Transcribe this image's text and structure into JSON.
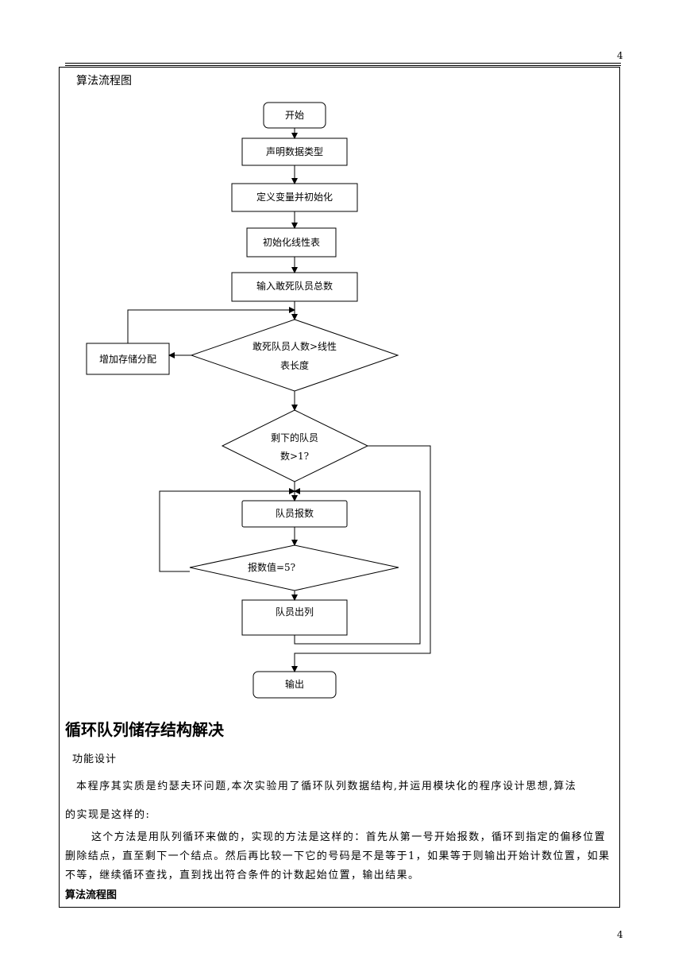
{
  "header": {
    "page_number_top": "4"
  },
  "footer": {
    "page_number_bottom": "4"
  },
  "section_label": "算法流程图",
  "flowchart": {
    "start": "开始",
    "declare_types": "声明数据类型",
    "define_vars": "定义变量并初始化",
    "init_list": "初始化线性表",
    "input_total": "输入敢死队员总数",
    "cond_size_line1": "敢死队员人数>线性",
    "cond_size_line2": "表长度",
    "add_storage": "增加存储分配",
    "cond_remaining_line1": "剩下的队员",
    "cond_remaining_line2": "数>1?",
    "count_off": "队员报数",
    "cond_value": "报数值=5?",
    "member_out": "队员出列",
    "output": "输出"
  },
  "body": {
    "heading": "循环队列储存结构解决",
    "subheading": "功能设计",
    "para1_line1": "本程序其实质是约瑟夫环问题,本次实验用了循环队列数据结构,并运用模块化的程序设计思想,算法",
    "para1_line2": "的实现是这样的:",
    "para2": "这个方法是用队列循环来做的，实现的方法是这样的：首先从第一号开始报数，循环到指定的偏移位置删除结点，直至剩下一个结点。然后再比较一下它的号码是不是等于1，如果等于则输出开始计数位置，如果不等，继续循环查找，直到找出符合条件的计数起始位置，输出结果。",
    "algo_label": "算法流程图"
  }
}
